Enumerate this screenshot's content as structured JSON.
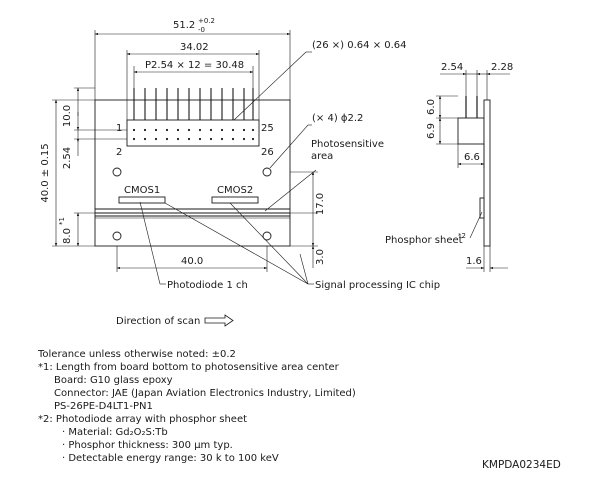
{
  "dims": {
    "overall_width": "51.2",
    "overall_width_tol": "+0.2",
    "overall_width_tol_low": "-0",
    "connector_width": "34.02",
    "pin_pitch": "P2.54 × 12 = 30.48",
    "pins_spec": "(26 ×) 0.64 × 0.64",
    "holes_spec": "(× 4) ϕ2.2",
    "pin_height": "10.0",
    "pin_row_pitch": "2.54",
    "overall_height": "40.0 ± 0.15",
    "center_height": "8.0",
    "center_height_mark": "*1",
    "sensor_offset": "17.0",
    "chip_offset": "3.0",
    "photodiode_length": "40.0",
    "side_pitch_a": "2.54",
    "side_pitch_b": "2.28",
    "side_pin_length": "6.0",
    "side_conn_height": "6.9",
    "side_depth": "6.6",
    "side_thickness": "1.6"
  },
  "pins": {
    "p1": "1",
    "p2": "2",
    "p25": "25",
    "p26": "26"
  },
  "labels": {
    "cmos1": "CMOS1",
    "cmos2": "CMOS2",
    "photosensitive_line1": "Photosensitive",
    "photosensitive_line2": "area",
    "photodiode": "Photodiode 1 ch",
    "signal_chip": "Signal processing IC chip",
    "phosphor": "Phosphor sheet",
    "phosphor_mark": "*2",
    "scan": "Direction of scan"
  },
  "notes": {
    "tolerance": "Tolerance unless otherwise noted: ±0.2",
    "n1_title": "*1: Length from board bottom to photosensitive area center",
    "n1_board": "Board: G10 glass epoxy",
    "n1_connector": "Connector: JAE (Japan Aviation Electronics Industry, Limited)",
    "n1_part": "PS-26PE-D4LT1-PN1",
    "n2_title": "*2: Photodiode array with phosphor sheet",
    "n2_material": "· Material: Gd₂O₂S:Tb",
    "n2_thickness": "· Phosphor thickness: 300 μm typ.",
    "n2_energy": "· Detectable energy range: 30 k to 100 keV"
  },
  "doc_id": "KMPDA0234ED"
}
